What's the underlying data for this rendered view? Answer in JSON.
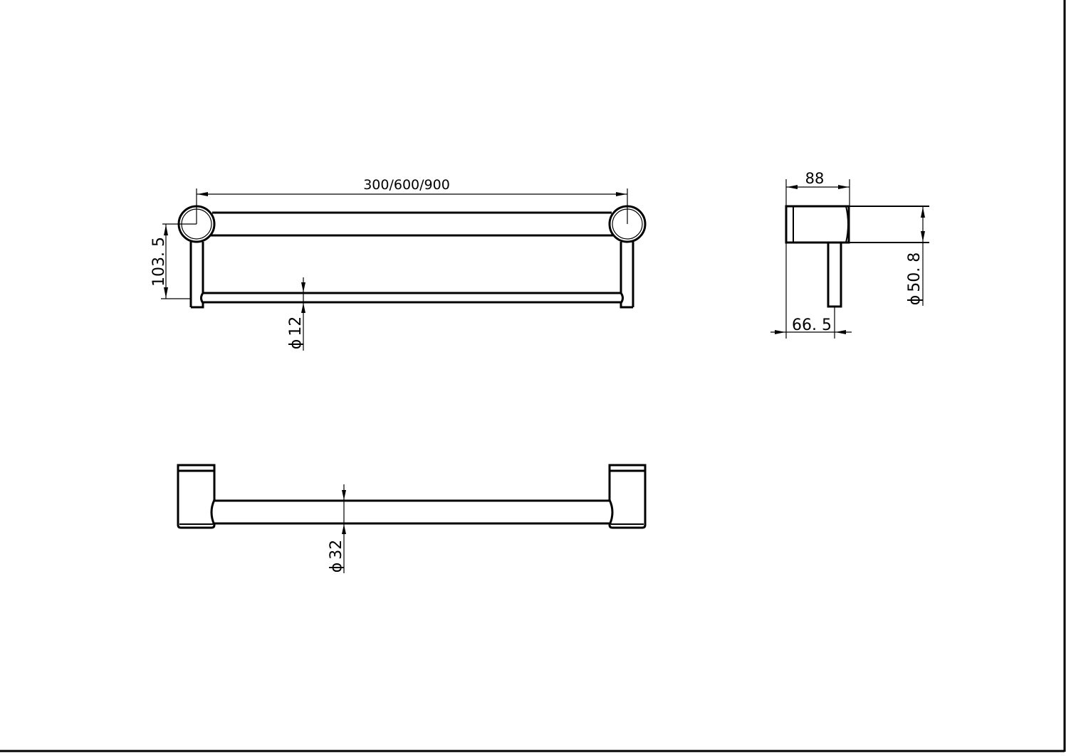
{
  "drawing": {
    "type": "technical drawing",
    "subject": "double towel rail / grab rail",
    "line_color": "#000000",
    "background": "#ffffff"
  },
  "views": {
    "top_view": {
      "dimensions": {
        "length": "300/600/900",
        "projection": "103. 5",
        "rod_diameter": "12"
      }
    },
    "side_view": {
      "dimensions": {
        "depth": "88",
        "post_offset": "66. 5",
        "mount_diameter": "50. 8"
      }
    },
    "front_view": {
      "dimensions": {
        "bar_diameter": "32"
      }
    }
  },
  "symbols": {
    "diameter": "ϕ"
  }
}
